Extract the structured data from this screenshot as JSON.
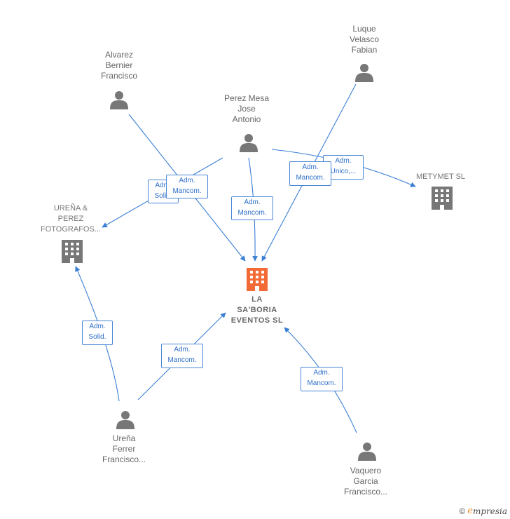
{
  "nodes": {
    "main": {
      "label": "LA\nSA'BORIA\nEVENTOS  SL",
      "color": "#f26a35",
      "icon": "building-icon"
    },
    "metymet": {
      "label": "METYMET SL",
      "icon": "building-icon"
    },
    "urena_perez": {
      "label": "UREÑA &\nPEREZ\nFOTOGRAFOS...",
      "icon": "building-icon"
    },
    "alvarez": {
      "label": "Alvarez\nBernier\nFrancisco",
      "icon": "person-icon"
    },
    "luque": {
      "label": "Luque\nVelasco\nFabian",
      "icon": "person-icon"
    },
    "perez_mesa": {
      "label": "Perez Mesa\nJose\nAntonio",
      "icon": "person-icon"
    },
    "urena_ferrer": {
      "label": "Ureña\nFerrer\nFrancisco...",
      "icon": "person-icon"
    },
    "vaquero": {
      "label": "Vaquero\nGarcia\nFrancisco...",
      "icon": "person-icon"
    }
  },
  "edges": {
    "alvarez_main": "Adm.\nMancom.",
    "perez_urena": "Adm.\nSolid.",
    "perez_main": "Adm.\nMancom.",
    "luque_main": "Adm.\nMancom.",
    "perez_metymet": "Adm.\nUnico,...",
    "urena_ferrer_urena_perez": "Adm.\nSolid.",
    "urena_ferrer_main": "Adm.\nMancom.",
    "vaquero_main": "Adm.\nMancom."
  },
  "colors": {
    "edge": "#3b7fd4",
    "icon": "#777777",
    "main_icon": "#f26a35"
  },
  "footer": {
    "copyright": "©",
    "brand_initial": "e",
    "brand_rest": "mpresia"
  }
}
